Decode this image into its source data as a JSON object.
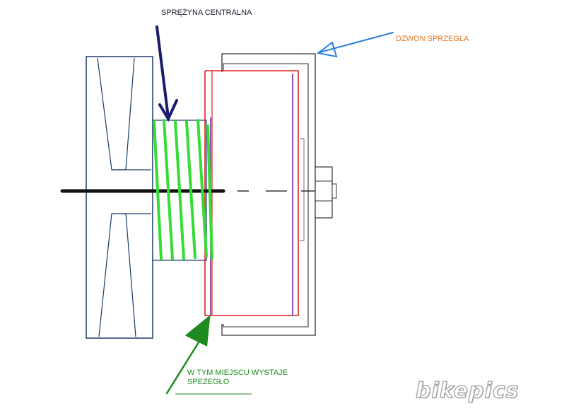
{
  "labels": {
    "spring": "SPRĘŻYNA CENTRALNA",
    "bell": "DZWON SPRZEGLA",
    "clutch": "W TYM MIEJSCU WYSTAJE SPEZEGŁO"
  },
  "watermark": "bikepics",
  "colors": {
    "spring_label": "#1b1b30",
    "bell_label": "#e07a2a",
    "clutch_label": "#1f8a1f",
    "spring_coil": "#33dd33",
    "spring_arrow": "#1a1a6e",
    "bell_arrow": "#2a7fd8",
    "clutch_arrow": "#1f8a1f",
    "pulley_outline": "#1a3a6a",
    "drum_outline": "#dd2222",
    "plate_outline": "#7a2a9a",
    "shaft": "#111111"
  }
}
